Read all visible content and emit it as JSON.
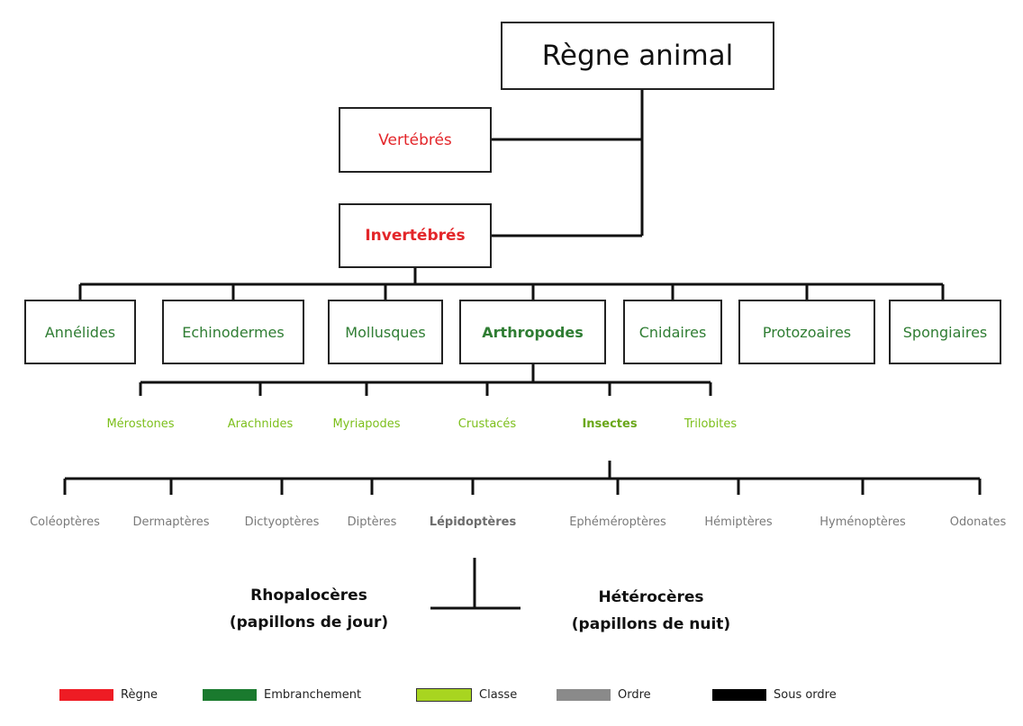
{
  "kingdom": "Règne animal",
  "subkingdoms": [
    "Vertébrés",
    "Invertébrés"
  ],
  "phyla": [
    "Annélides",
    "Echinodermes",
    "Mollusques",
    "Arthropodes",
    "Cnidaires",
    "Protozoaires",
    "Spongiaires"
  ],
  "classes": [
    "Mérostones",
    "Arachnides",
    "Myriapodes",
    "Crustacés",
    "Insectes",
    "Trilobites"
  ],
  "orders": [
    "Coléoptères",
    "Dermaptères",
    "Dictyoptères",
    "Diptères",
    "Lépidoptères",
    "Ephéméroptères",
    "Hémiptères",
    "Hyménoptères",
    "Odonates"
  ],
  "suborders": [
    {
      "line1": "Rhopalocères",
      "line2": "(papillons de jour)"
    },
    {
      "line1": "Hétérocères",
      "line2": "(papillons de nuit)"
    }
  ],
  "legend": [
    {
      "label": "Règne",
      "color": "#ee1c24"
    },
    {
      "label": "Embranchement",
      "color": "#1a7a2e"
    },
    {
      "label": "Classe",
      "color": "#a8d520"
    },
    {
      "label": "Ordre",
      "color": "#8a8a8a"
    },
    {
      "label": "Sous ordre",
      "color": "#000000"
    }
  ]
}
